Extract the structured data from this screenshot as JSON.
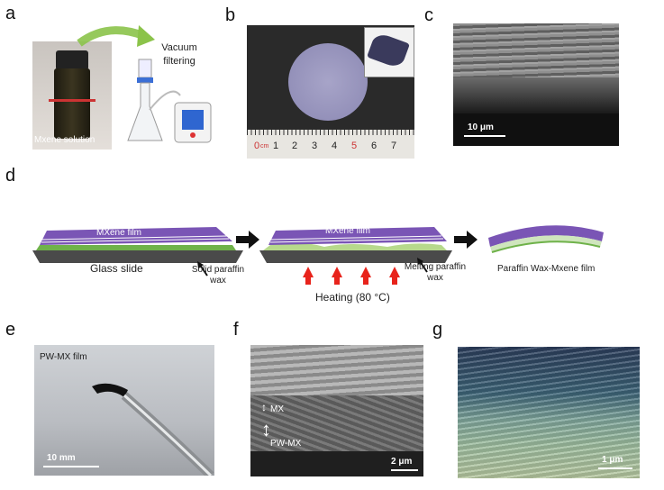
{
  "panels": {
    "a": {
      "label": "a",
      "solution_label": "Mxene solution",
      "step_label": "Vacuum filtering"
    },
    "b": {
      "label": "b",
      "ruler_numbers": [
        "0",
        "1",
        "2",
        "3",
        "4",
        "5",
        "6",
        "7"
      ],
      "ruler_unit": "cm"
    },
    "c": {
      "label": "c",
      "scale_bar": "10 μm"
    },
    "d": {
      "label": "d",
      "step1_film": "MXene film",
      "step1_base": "Glass slide",
      "step1_wax": "Solid paraffin wax",
      "step2_film": "MXene film",
      "step2_heat": "Heating (80 °C)",
      "step2_wax": "Melting paraffin wax",
      "step3_film": "Paraffin Wax-Mxene film"
    },
    "e": {
      "label": "e",
      "film_label": "PW-MX film",
      "scale_bar": "10 mm"
    },
    "f": {
      "label": "f",
      "layer1": "MX",
      "layer2": "PW-MX",
      "scale_bar": "2 μm"
    },
    "g": {
      "label": "g",
      "scale_bar": "1 μm"
    }
  },
  "colors": {
    "accent_green": "#7bbf5a",
    "mxene_purple": "#7a55b5",
    "arrow_red": "#e8231b",
    "sem_gray": "#6d6d6d"
  }
}
